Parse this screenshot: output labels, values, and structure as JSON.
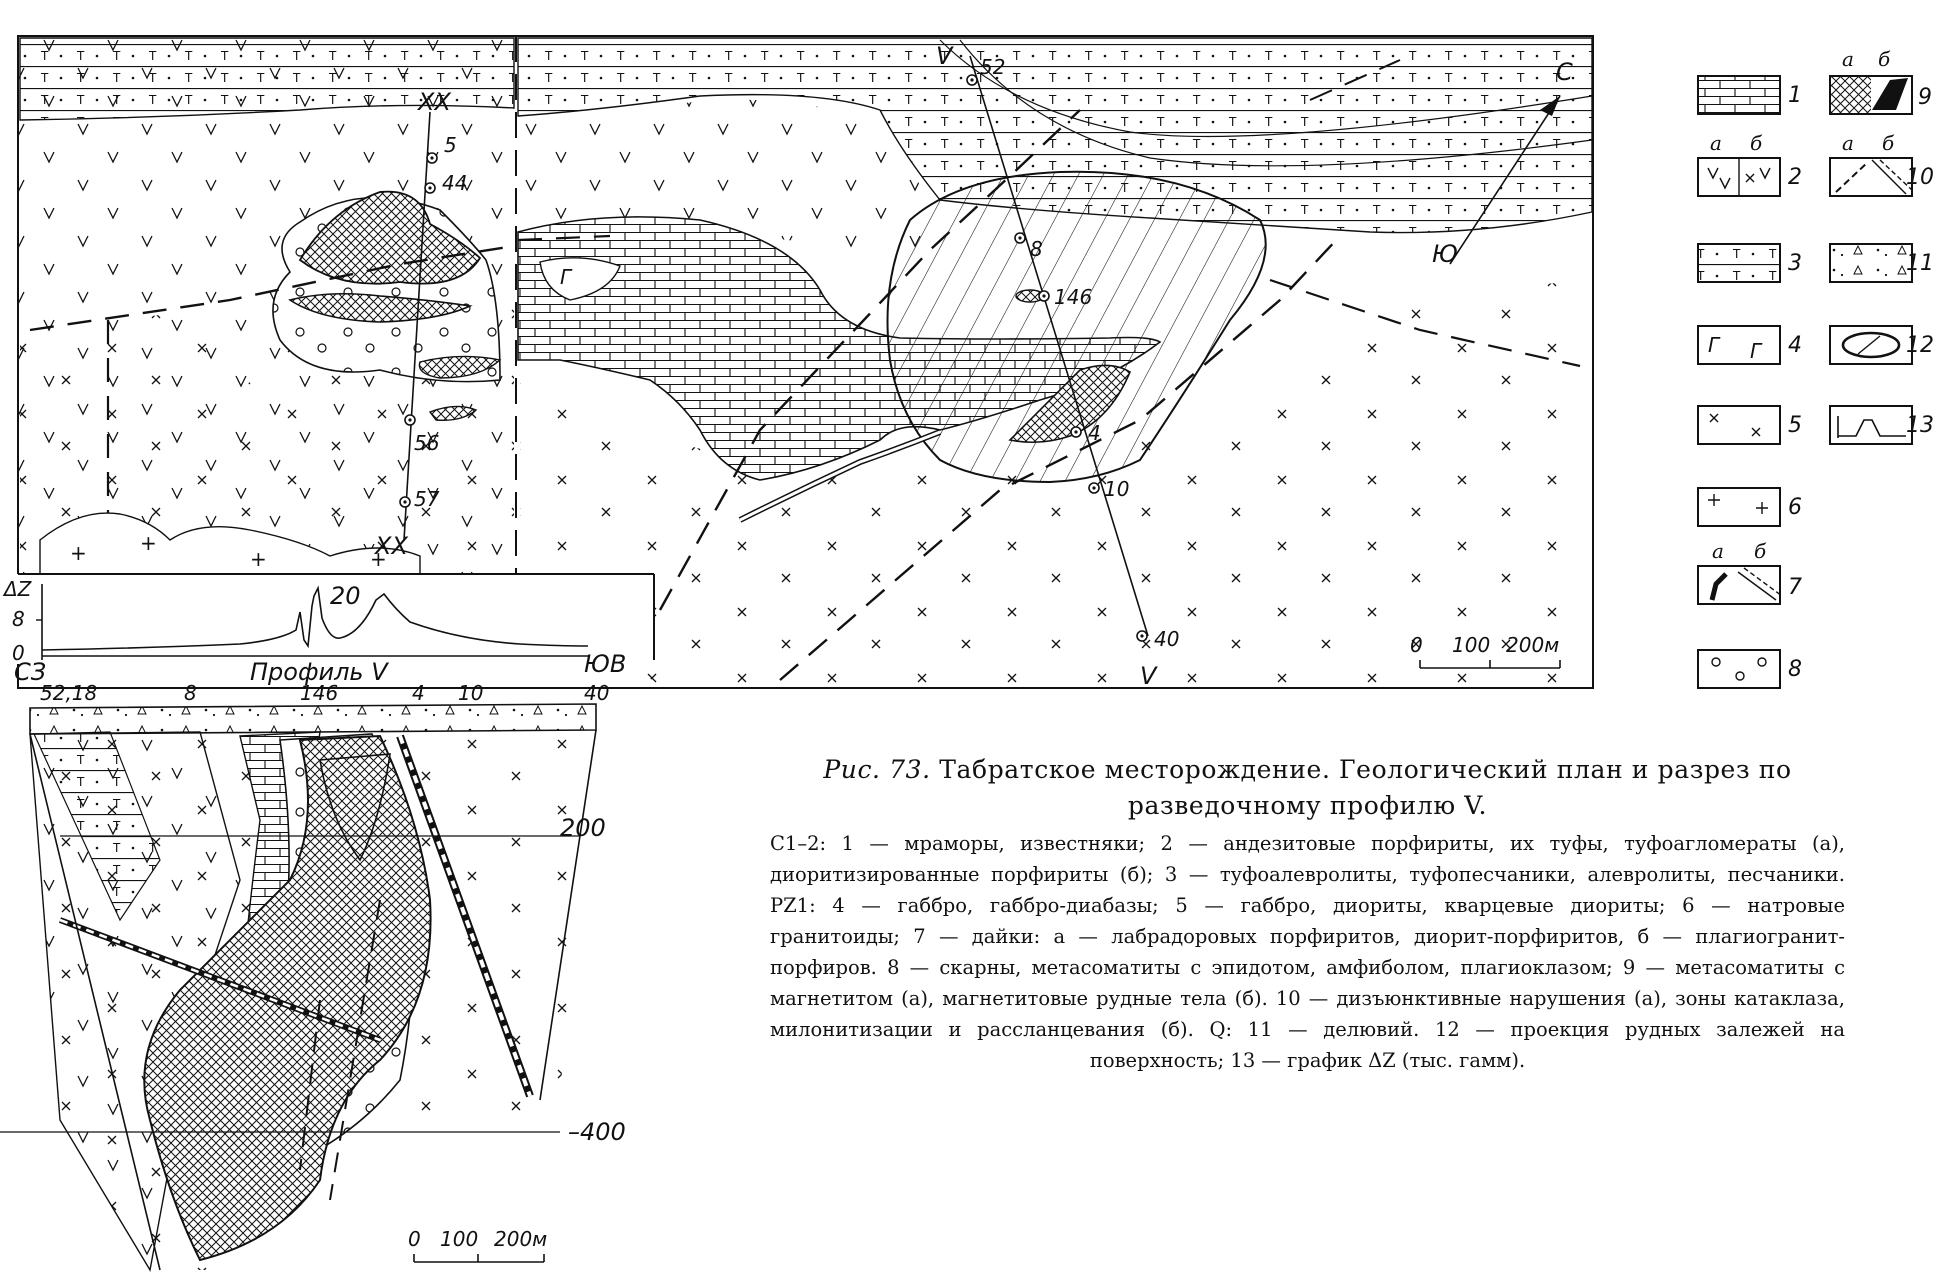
{
  "map": {
    "profile_line_name": "V",
    "profile_end_label": "V",
    "profile_start_label": "V",
    "xx_top": "XX",
    "xx_bottom": "XX",
    "north_label": "С",
    "south_label": "Ю",
    "wells": [
      "5",
      "44",
      "56",
      "57",
      "8",
      "146",
      "4",
      "10",
      "40",
      "52"
    ],
    "scale_labels": [
      "0",
      "100",
      "200м"
    ]
  },
  "graph": {
    "ylabel": "ΔZ",
    "ticks": [
      "8",
      "0"
    ],
    "peak_label": "20",
    "profile_title": "Профиль V",
    "left_end": "СЗ",
    "right_end": "ЮВ"
  },
  "section": {
    "top_wells": [
      "52,18",
      "8",
      "146",
      "4",
      "10",
      "40"
    ],
    "depth_labels": [
      "200",
      "–400"
    ],
    "scale_labels": [
      "0",
      "100",
      "200м"
    ]
  },
  "legend": {
    "numbers": [
      "1",
      "2",
      "3",
      "4",
      "5",
      "6",
      "7",
      "8",
      "9",
      "10",
      "11",
      "12",
      "13"
    ],
    "sub_a": "а",
    "sub_b": "б"
  },
  "caption": {
    "fig_label": "Рис. 73.",
    "title": "Табратское месторождение. Геологический план и разрез по разведочному профилю V.",
    "legend_text": "C1–2: 1 — мраморы, известняки; 2 — андезитовые порфириты, их туфы, туфоагломераты (а), диоритизированные порфириты (б); 3 — туфоалевролиты, туфопесчаники, алевролиты, песчаники. PZ1: 4 — габбро, габбро-диабазы; 5 — габбро, диориты, кварцевые диориты; 6 — натровые гранитоиды; 7 — дайки: а — лабрадоровых порфиритов, диорит-порфиритов, б — плагиогранит-порфиров. 8 — скарны, метасоматиты с эпидотом, амфиболом, плагиоклазом; 9 — метасоматиты с магнетитом (а), магнетитовые рудные тела (б). 10 — дизъюнктивные нарушения (а), зоны катаклаза, милонитизации и рассланцевания (б). Q: 11 — делювий. 12 — проекция рудных залежей на поверхность; 13 — график ΔZ (тыс. гамм)."
  },
  "colors": {
    "ink": "#111111",
    "paper": "#ffffff"
  }
}
